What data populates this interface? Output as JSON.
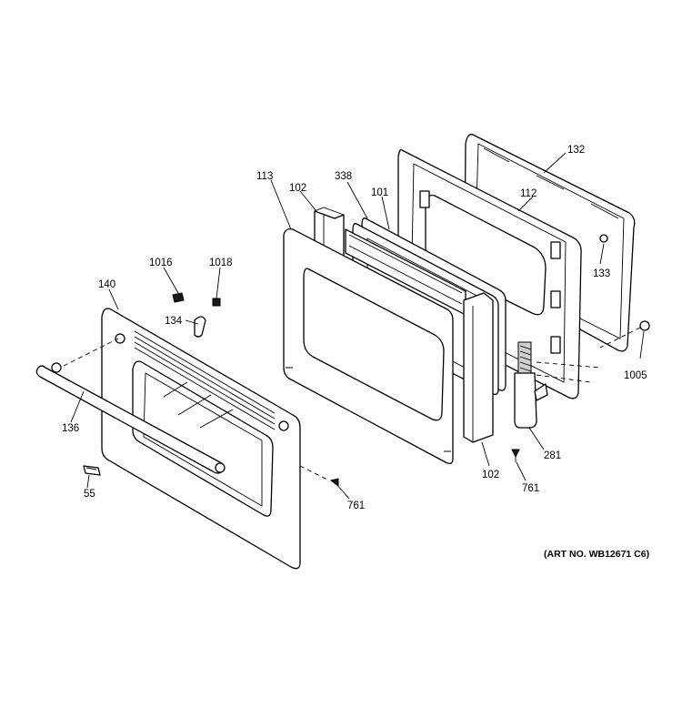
{
  "diagram": {
    "art_number": "(ART NO. WB12671 C6)",
    "callouts": {
      "c132": "132",
      "c112": "112",
      "c133": "133",
      "c1005": "1005",
      "c281": "281",
      "c761_hinge": "761",
      "c102_bottom": "102",
      "c113": "113",
      "c102_top": "102",
      "c338": "338",
      "c101": "101",
      "c1016": "1016",
      "c1018": "1018",
      "c140": "140",
      "c134": "134",
      "c136": "136",
      "c55": "55",
      "c761_front": "761"
    }
  }
}
